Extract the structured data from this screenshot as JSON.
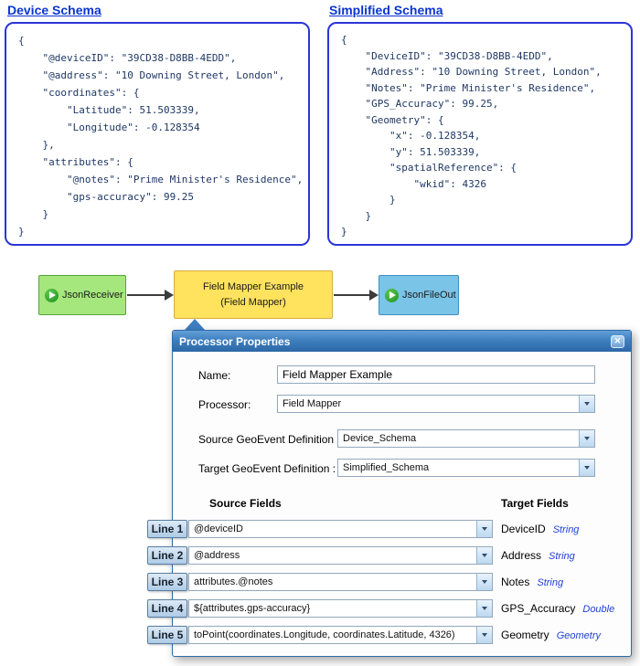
{
  "device_schema": {
    "title": "Device Schema",
    "lines": [
      "{",
      "    \"@deviceID\": \"39CD38-D8BB-4EDD\",",
      "    \"@address\": \"10 Downing Street, London\",",
      "    \"coordinates\": {",
      "        \"Latitude\": 51.503339,",
      "        \"Longitude\": -0.128354",
      "    },",
      "    \"attributes\": {",
      "        \"@notes\": \"Prime Minister's Residence\",",
      "        \"gps-accuracy\": 99.25",
      "    }",
      "}"
    ]
  },
  "simplified_schema": {
    "title": "Simplified Schema",
    "lines": [
      "{",
      "    \"DeviceID\": \"39CD38-D8BB-4EDD\",",
      "    \"Address\": \"10 Downing Street, London\",",
      "    \"Notes\": \"Prime Minister's Residence\",",
      "    \"GPS_Accuracy\": 99.25,",
      "    \"Geometry\": {",
      "        \"x\": -0.128354,",
      "        \"y\": 51.503339,",
      "        \"spatialReference\": {",
      "            \"wkid\": 4326",
      "        }",
      "    }",
      "}"
    ]
  },
  "flow": {
    "receiver_label": "JsonReceiver",
    "mapper_title": "Field Mapper Example",
    "mapper_subtitle": "(Field Mapper)",
    "output_label": "JsonFileOut"
  },
  "dialog": {
    "title": "Processor Properties",
    "close_glyph": "✕",
    "name_label": "Name:",
    "name_value": "Field Mapper Example",
    "processor_label": "Processor:",
    "processor_value": "Field Mapper",
    "source_def_label": "Source GeoEvent Definition :",
    "source_def_value": "Device_Schema",
    "target_def_label": "Target GeoEvent Definition :",
    "target_def_value": "Simplified_Schema",
    "source_fields_header": "Source Fields",
    "target_fields_header": "Target Fields",
    "mappings": [
      {
        "line_label": "Line 1",
        "source": "@deviceID",
        "target": "DeviceID",
        "type": "String"
      },
      {
        "line_label": "Line 2",
        "source": "@address",
        "target": "Address",
        "type": "String"
      },
      {
        "line_label": "Line 3",
        "source": "attributes.@notes",
        "target": "Notes",
        "type": "String"
      },
      {
        "line_label": "Line 4",
        "source": "${attributes.gps-accuracy}",
        "target": "GPS_Accuracy",
        "type": "Double"
      },
      {
        "line_label": "Line 5",
        "source": "toPoint(coordinates.Longitude, coordinates.Latitude, 4326)",
        "target": "Geometry",
        "type": "Geometry"
      }
    ]
  },
  "colors": {
    "title_blue": "#0a35cf",
    "schema_border": "#2b35d8",
    "code_text": "#1f3864",
    "receiver_fill": "#a6e77d",
    "mapper_fill": "#ffe25e",
    "output_fill": "#7ac4e8",
    "titlebar_blue": "#3f7fbe",
    "type_blue": "#1f3fd8"
  }
}
